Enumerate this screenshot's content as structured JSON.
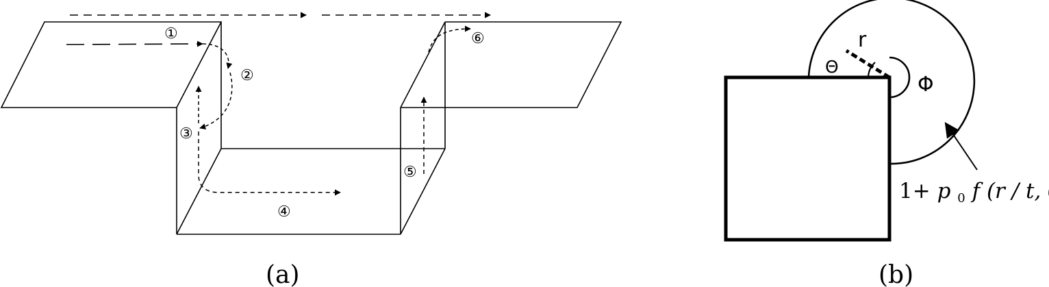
{
  "figure_a": {
    "caption": "(a)",
    "step_labels": [
      "①",
      "②",
      "③",
      "④",
      "⑤",
      "⑥"
    ]
  },
  "figure_b": {
    "caption": "(b)",
    "label_r": "r",
    "label_theta": "Θ",
    "label_phi": "Φ",
    "formula": {
      "one_plus": "1+ ",
      "p": "p",
      "sub0": "0",
      "f": "f",
      "args": "(r / t, θ)"
    }
  }
}
